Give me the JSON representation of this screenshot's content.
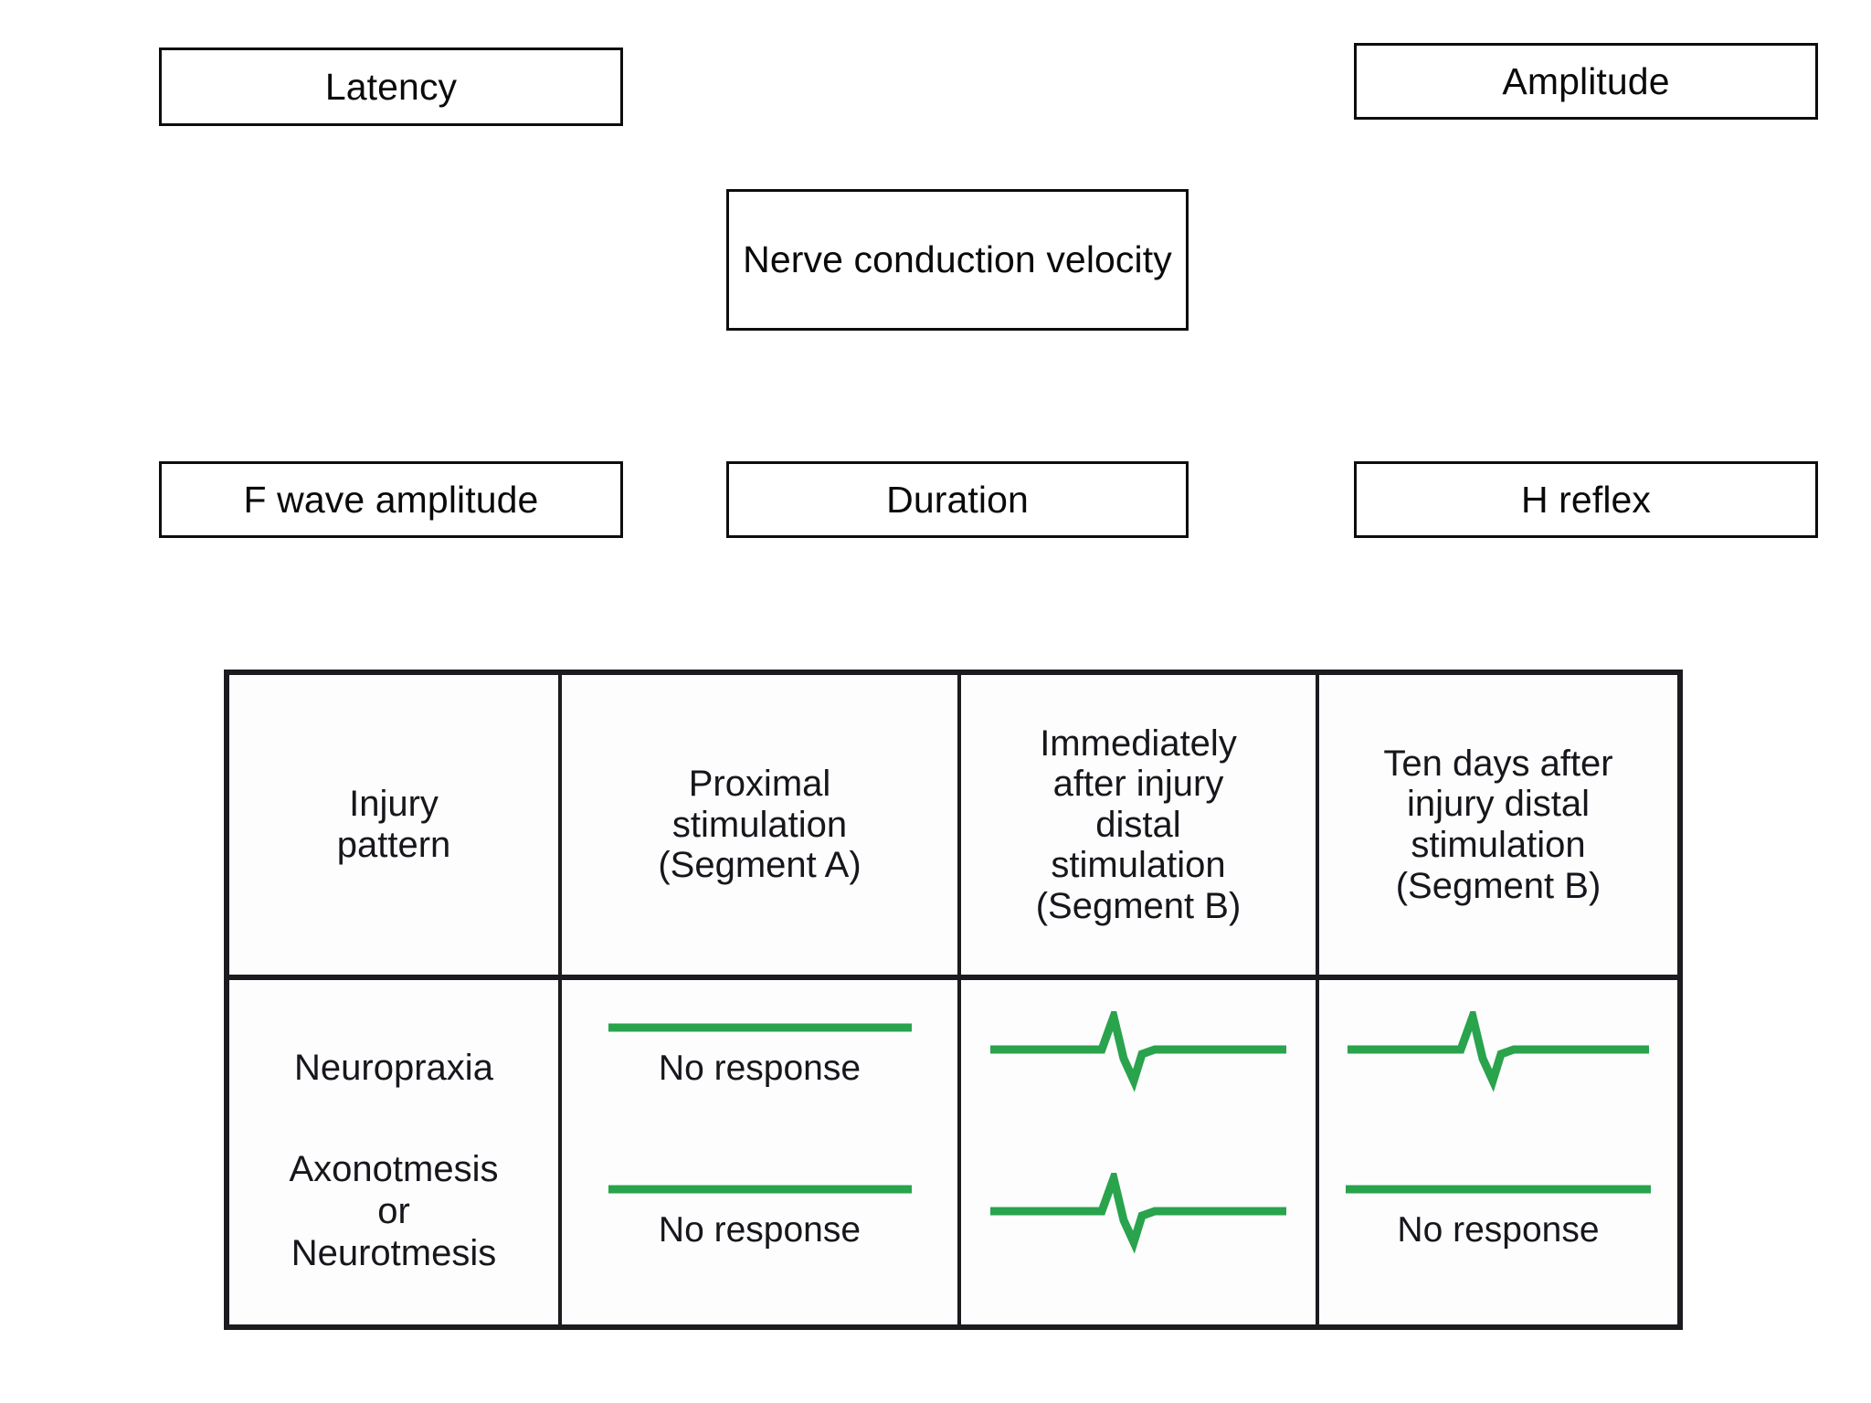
{
  "flowchart": {
    "boxes": [
      {
        "id": "latency",
        "label": "Latency"
      },
      {
        "id": "amplitude",
        "label": "Amplitude"
      },
      {
        "id": "ncv",
        "label": "Nerve conduction velocity"
      },
      {
        "id": "fwave",
        "label": "F wave amplitude"
      },
      {
        "id": "duration",
        "label": "Duration"
      },
      {
        "id": "hreflex",
        "label": "H reflex"
      }
    ]
  },
  "table": {
    "headers": [
      "Injury\npattern",
      "Proximal\nstimulation\n(Segment A)",
      "Immediately\nafter injury\ndistal\nstimulation\n(Segment B)",
      "Ten days after\ninjury distal\nstimulation\n(Segment B)"
    ],
    "patterns": {
      "first": "Neuropraxia",
      "second": "Axonotmesis\nor\nNeurotmesis"
    },
    "cells": {
      "proximal_neuropraxia": {
        "trace": "flat",
        "label": "No response"
      },
      "proximal_axonotmesis": {
        "trace": "flat",
        "label": "No response"
      },
      "immediate_neuropraxia": {
        "trace": "waveform",
        "label": ""
      },
      "immediate_axonotmesis": {
        "trace": "waveform",
        "label": ""
      },
      "tenday_neuropraxia": {
        "trace": "waveform",
        "label": ""
      },
      "tenday_axonotmesis": {
        "trace": "flat",
        "label": "No response"
      }
    },
    "colors": {
      "trace_green": "#2aa34d",
      "border_black": "#1b1b20",
      "text_black": "#16161c"
    }
  }
}
